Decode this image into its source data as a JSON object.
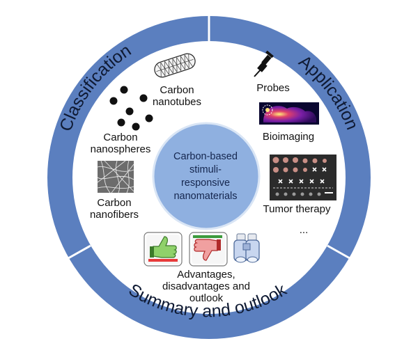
{
  "center": {
    "lines": [
      "Carbon-based",
      "stimuli-",
      "responsive",
      "nanomaterials"
    ]
  },
  "ring": {
    "classification": "Classification",
    "application": "Application",
    "summary": "Summary and outlook"
  },
  "items": {
    "nanotubes": [
      "Carbon",
      "nanotubes"
    ],
    "nanospheres": [
      "Carbon",
      "nanospheres"
    ],
    "nanofibers": [
      "Carbon",
      "nanofibers"
    ],
    "probes": "Probes",
    "bioimaging": "Bioimaging",
    "tumor": "Tumor therapy",
    "ellipsis": "...",
    "advantages": [
      "Advantages,",
      "disadvantages and",
      "outlook"
    ]
  },
  "colors": {
    "ring": "#5b7fbf",
    "disk": "#ffffff",
    "center": "#8fb0e0",
    "center_border": "#d9e5f5"
  },
  "icons": [
    "carbon-nanotube-icon",
    "nanosphere-dots-icon",
    "nanofiber-sem-icon",
    "probe-pin-icon",
    "bioimaging-icon",
    "tumor-therapy-grid-icon",
    "thumbs-up-icon",
    "thumbs-down-icon",
    "binoculars-icon"
  ]
}
